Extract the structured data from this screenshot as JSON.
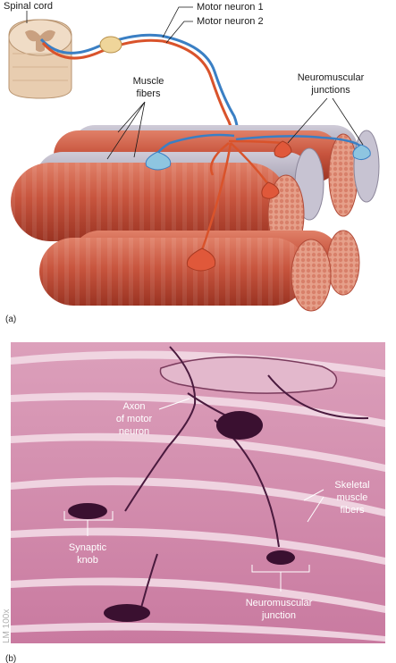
{
  "panel_a": {
    "tag": "(a)",
    "labels": {
      "spinal_cord": "Spinal cord",
      "motor_neuron_1": "Motor neuron 1",
      "motor_neuron_2": "Motor neuron 2",
      "muscle_fibers": [
        "Muscle",
        "fibers"
      ],
      "neuromuscular_junctions": [
        "Neuromuscular",
        "junctions"
      ]
    }
  },
  "panel_b": {
    "tag": "(b)",
    "magnification": "LM 100x",
    "labels": {
      "axon": [
        "Axon",
        "of motor",
        "neuron"
      ],
      "skeletal_muscle_fibers": [
        "Skeletal",
        "muscle",
        "fibers"
      ],
      "synaptic_knob": [
        "Synaptic",
        "knob"
      ],
      "neuromuscular_junction": [
        "Neuromuscular",
        "junction"
      ]
    }
  },
  "colors": {
    "motor_neuron_1": "#3a7fc4",
    "motor_neuron_2": "#d9532b",
    "muscle": "#c8553e",
    "junction_blue": "#8ec5e0",
    "junction_red": "#e0583a",
    "micrograph_bg": "#d690b0",
    "stain": "#3a1030"
  }
}
